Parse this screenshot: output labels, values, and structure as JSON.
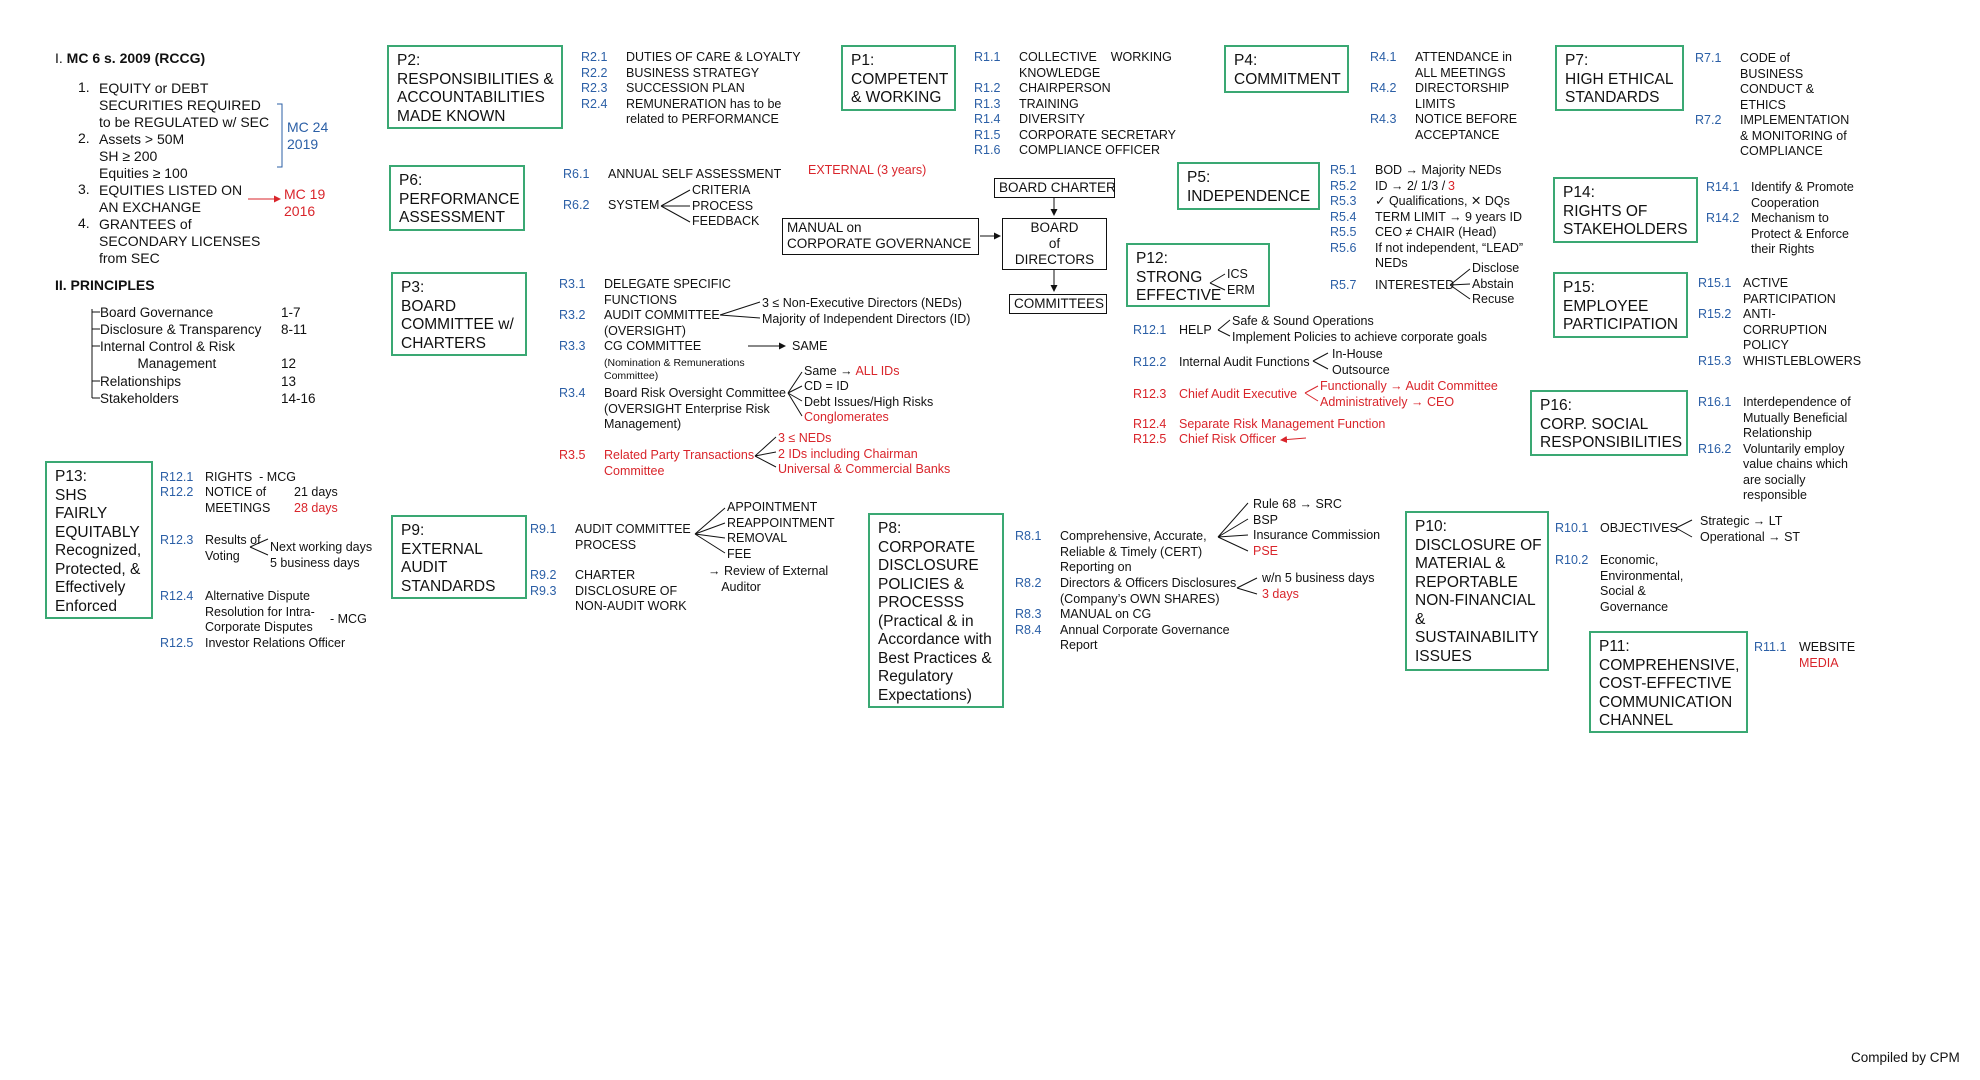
{
  "intro": {
    "section1_prefix": "I.",
    "section1_title": "MC 6 s. 2009 (RCCG)",
    "items": [
      {
        "num": "1.",
        "text": "EQUITY or DEBT\nSECURITIES REQUIRED\nto be REGULATED w/ SEC"
      },
      {
        "num": "2.",
        "text": "Assets > 50M\nSH ≥ 200\nEquities ≥ 100"
      },
      {
        "num": "3.",
        "text": "EQUITIES LISTED ON\nAN EXCHANGE"
      },
      {
        "num": "4.",
        "text": "GRANTEES of\nSECONDARY LICENSES\nfrom SEC"
      }
    ],
    "mc24": "MC 24\n2019",
    "mc19": "MC 19\n2016",
    "section2_title": "II. PRINCIPLES",
    "principles": [
      {
        "name": "Board Governance",
        "range": "1-7"
      },
      {
        "name": "Disclosure & Transparency",
        "range": "8-11"
      },
      {
        "name": "Internal Control & Risk\n          Management",
        "range": "\n12"
      },
      {
        "name": "Relationships",
        "range": "13"
      },
      {
        "name": "Stakeholders",
        "range": "14-16"
      }
    ]
  },
  "center": {
    "board_charter": "BOARD CHARTER",
    "manual": "MANUAL on\nCORPORATE GOVERNANCE",
    "board": "BOARD\nof\nDIRECTORS",
    "committees": "COMMITTEES"
  },
  "p2": {
    "box": "P2:\nRESPONSIBILITIES &\nACCOUNTABILITIES\nMADE KNOWN",
    "codes": "R2.1\nR2.2\nR2.3\nR2.4",
    "items": "DUTIES OF CARE & LOYALTY\nBUSINESS STRATEGY\nSUCCESSION PLAN\nREMUNERATION has to be\nrelated to PERFORMANCE"
  },
  "p1": {
    "box": "P1:\nCOMPETENT\n& WORKING",
    "codes": "R1.1\n\nR1.2\nR1.3\nR1.4\nR1.5\nR1.6",
    "items": "COLLECTIVE    WORKING\nKNOWLEDGE\nCHAIRPERSON\nTRAINING\nDIVERSITY\nCORPORATE SECRETARY\nCOMPLIANCE OFFICER"
  },
  "p4": {
    "box": "P4:\nCOMMITMENT",
    "codes": "R4.1\n\nR4.2\n\nR4.3",
    "items": "ATTENDANCE in\nALL MEETINGS\nDIRECTORSHIP\nLIMITS\nNOTICE BEFORE\nACCEPTANCE"
  },
  "p7": {
    "box": "P7:\nHIGH ETHICAL\nSTANDARDS",
    "codes": "R7.1\n\n\n\nR7.2",
    "items": "CODE of\nBUSINESS\nCONDUCT &\nETHICS\nIMPLEMENTATION\n& MONITORING of\nCOMPLIANCE"
  },
  "p6": {
    "box": "P6:\nPERFORMANCE\nASSESSMENT",
    "r61": "R6.1",
    "r61_text": "ANNUAL SELF ASSESSMENT",
    "external": "EXTERNAL (3 years)",
    "r62": "R6.2",
    "r62_text": "SYSTEM",
    "system_items": "CRITERIA\nPROCESS\nFEEDBACK"
  },
  "p5": {
    "box": "P5:\nINDEPENDENCE",
    "codes": "R5.1\nR5.2\nR5.3\nR5.4\nR5.5\nR5.6",
    "items": "BOD → Majority NEDs\nID → 2/ 1/3 /\n✓ Qualifications, ✕ DQs\nTERM LIMIT → 9 years ID\nCEO ≠ CHAIR (Head)\nIf not independent, “LEAD”\nNEDs",
    "r52_red": "3",
    "r57": "R5.7",
    "r57_text": "INTERESTED",
    "interested_items": "Disclose\nAbstain\nRecuse"
  },
  "p14": {
    "box": "P14:\nRIGHTS OF\nSTAKEHOLDERS",
    "codes": "R14.1\n\nR14.2",
    "items": "Identify & Promote\nCooperation\nMechanism to\nProtect & Enforce\ntheir Rights"
  },
  "p3": {
    "box": "P3:\nBOARD\nCOMMITTEE w/\nCHARTERS",
    "r31": "R3.1",
    "r31_text": "DELEGATE SPECIFIC\nFUNCTIONS",
    "r32": "R3.2",
    "r32_text": "AUDIT COMMITTEE\n(OVERSIGHT)",
    "r32_items": "3 ≤ Non-Executive Directors (NEDs)\nMajority of Independent Directors (ID)",
    "r33": "R3.3",
    "r33_text": "CG COMMITTEE",
    "r33_small": "(Nomination & Remunerations\nCommittee)",
    "same": "SAME",
    "r34": "R3.4",
    "r34_text": "Board Risk Oversight Committee\n(OVERSIGHT Enterprise Risk\nManagement)",
    "r34_same": "Same →",
    "r34_all": "ALL IDs",
    "r34_items": "CD = ID\nDebt Issues/High Risks",
    "r34_red": "Conglomerates",
    "r35": "R3.5",
    "r35_text": "Related Party Transactions\nCommittee",
    "r35_items": "3 ≤ NEDs\n2 IDs including Chairman\nUniversal & Commercial Banks"
  },
  "p12": {
    "box": "P12:\nSTRONG\nEFFECTIVE",
    "ics": "ICS\nERM",
    "r121": "R12.1",
    "r121_text": "HELP",
    "help_items": "Safe & Sound Operations\nImplement Policies to achieve corporate goals",
    "r122": "R12.2",
    "r122_text": "Internal Audit Functions",
    "audit_items": "In-House\nOutsource",
    "r123": "R12.3",
    "r123_text": "Chief Audit Executive",
    "cae_items": "Functionally → Audit Committee\nAdministratively → CEO",
    "r124": "R12.4",
    "r124_text": "Separate Risk Management Function",
    "r125": "R12.5",
    "r125_text": "Chief Risk Officer"
  },
  "p15": {
    "box": "P15:\nEMPLOYEE\nPARTICIPATION",
    "codes": "R15.1\n\nR15.2\n\n\nR15.3",
    "items": "ACTIVE\nPARTICIPATION\nANTI-\nCORRUPTION\nPOLICY\nWHISTLEBLOWERS"
  },
  "p16": {
    "box": "P16:\nCORP. SOCIAL\nRESPONSIBILITIES",
    "codes": "R16.1\n\n\nR16.2",
    "items": "Interdependence of\nMutually Beneficial\nRelationship\nVoluntarily employ\nvalue chains which\nare socially\nresponsible"
  },
  "p13": {
    "box": "P13:\nSHS\nFAIRLY\nEQUITABLY\nRecognized,\nProtected, &\nEffectively\nEnforced",
    "r1221": "R12.1",
    "r1221_text": "RIGHTS  - MCG",
    "r1222": "R12.2",
    "r1222_text": "NOTICE of\nMEETINGS",
    "days21": "21 days",
    "days28": "28 days",
    "r1223": "R12.3",
    "r1223_text": "Results of\nVoting",
    "voting_items": "Next working days\n5 business days",
    "r1224": "R12.4",
    "r1224_text": "Alternative Dispute\nResolution for Intra-\nCorporate Disputes",
    "mcg": "- MCG",
    "r1225": "R12.5",
    "r1225_text": "Investor Relations Officer"
  },
  "p9": {
    "box": "P9:\nEXTERNAL\nAUDIT\nSTANDARDS",
    "r91": "R9.1",
    "r91_text": "AUDIT COMMITTEE\nPROCESS",
    "audit_items": "APPOINTMENT\nREAPPOINTMENT\nREMOVAL\nFEE",
    "codes2": "R9.2\nR9.3",
    "r92_text": "CHARTER\nDISCLOSURE OF\nNON-AUDIT WORK",
    "review": "→ Review of External\n    Auditor"
  },
  "p8": {
    "box": "P8:\nCORPORATE\nDISCLOSURE\nPOLICIES &\nPROCESSS\n(Practical & in\nAccordance with\nBest Practices &\nRegulatory\nExpectations)",
    "r81": "R8.1",
    "r81_text": "Comprehensive, Accurate,\nReliable & Timely (CERT)\nReporting on",
    "report_items": "Rule 68 → SRC\nBSP\nInsurance Commission",
    "pse": "PSE",
    "r82": "R8.2",
    "r82_text": "Directors & Officers Disclosures\n(Company’s OWN SHARES)",
    "disc_items": "w/n 5 business days",
    "days3": "3 days",
    "codes3": "R8.3\nR8.4",
    "r83_text": "MANUAL on CG\nAnnual Corporate Governance\nReport"
  },
  "p10": {
    "box": "P10:\nDISCLOSURE OF\nMATERIAL &\nREPORTABLE\nNON-FINANCIAL\n&\nSUSTAINABILITY\nISSUES",
    "r101": "R10.1",
    "r101_text": "OBJECTIVES",
    "obj_items": "Strategic → LT\nOperational → ST",
    "r102": "R10.2",
    "r102_text": "Economic,\nEnvironmental,\nSocial &\nGovernance"
  },
  "p11": {
    "box": "P11:\nCOMPREHENSIVE,\nCOST-EFFECTIVE\nCOMMUNICATION\nCHANNEL",
    "r111": "R11.1",
    "website": "WEBSITE",
    "media": "MEDIA"
  },
  "footer": "Compiled by CPM",
  "colors": {
    "box_border": "#3aa873",
    "code_blue": "#2b5fa6",
    "accent_red": "#d9252b"
  }
}
